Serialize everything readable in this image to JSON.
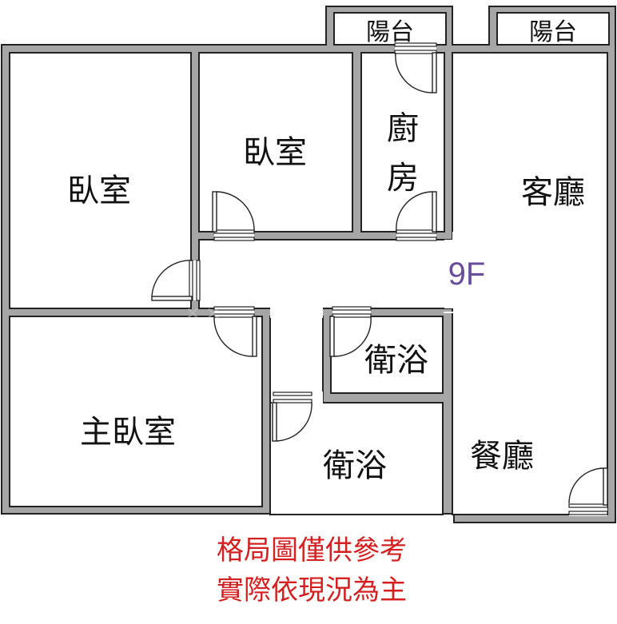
{
  "rooms": {
    "balcony_left": "陽台",
    "balcony_right": "陽台",
    "bedroom_left": "臥室",
    "bedroom_middle": "臥室",
    "kitchen_line1": "廚",
    "kitchen_line2": "房",
    "living_room": "客廳",
    "master_bedroom": "主臥室",
    "bathroom_upper": "衛浴",
    "bathroom_lower": "衛浴",
    "dining_room": "餐廳"
  },
  "floor_label": "9F",
  "disclaimer": {
    "line1": "格局圖僅供參考",
    "line2": "實際依現況為主"
  },
  "colors": {
    "wall": "#a6a6a6",
    "outline": "#222222",
    "disclaimer": "#d42020",
    "floor_label": "#6a4c9c"
  }
}
